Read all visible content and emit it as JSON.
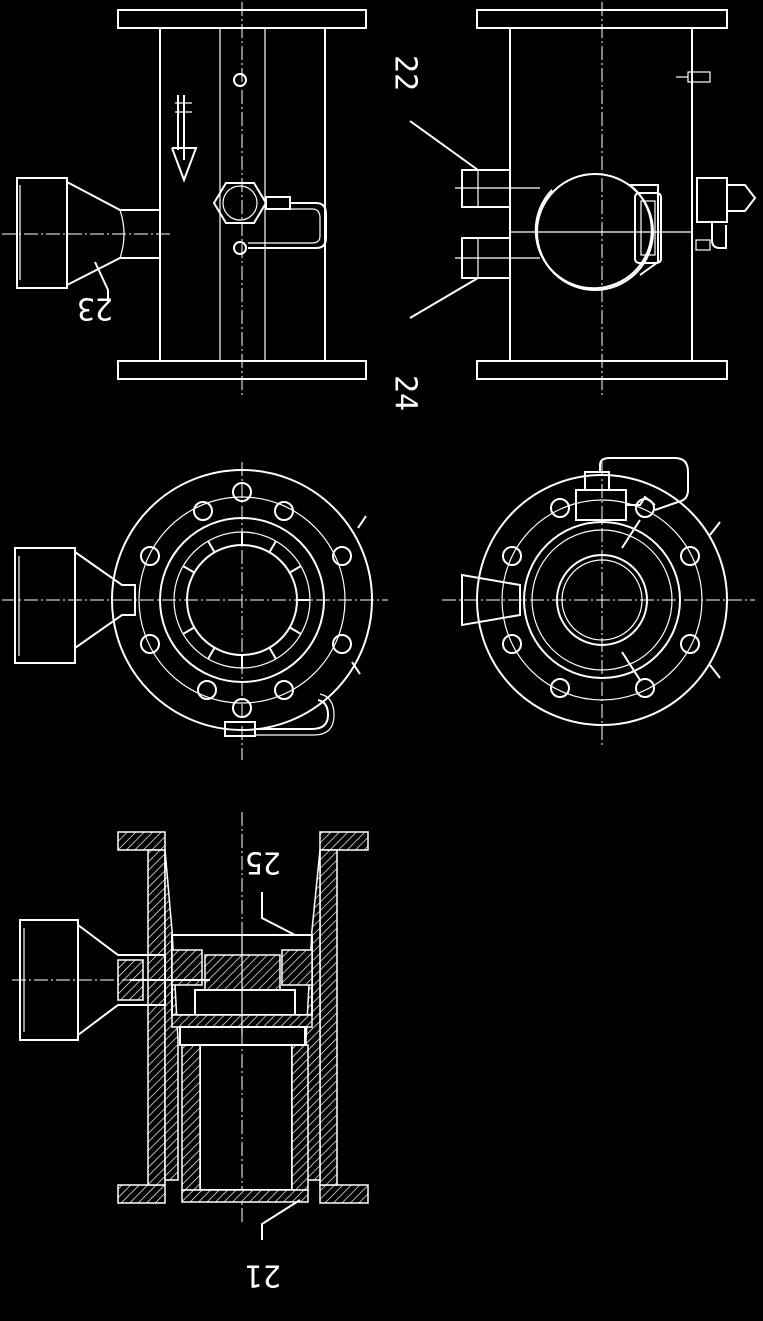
{
  "labels": {
    "l23": "23",
    "l22": "22",
    "l24": "24",
    "l25": "25",
    "l21": "21"
  },
  "colors": {
    "background": "#000000",
    "line": "#ffffff"
  }
}
